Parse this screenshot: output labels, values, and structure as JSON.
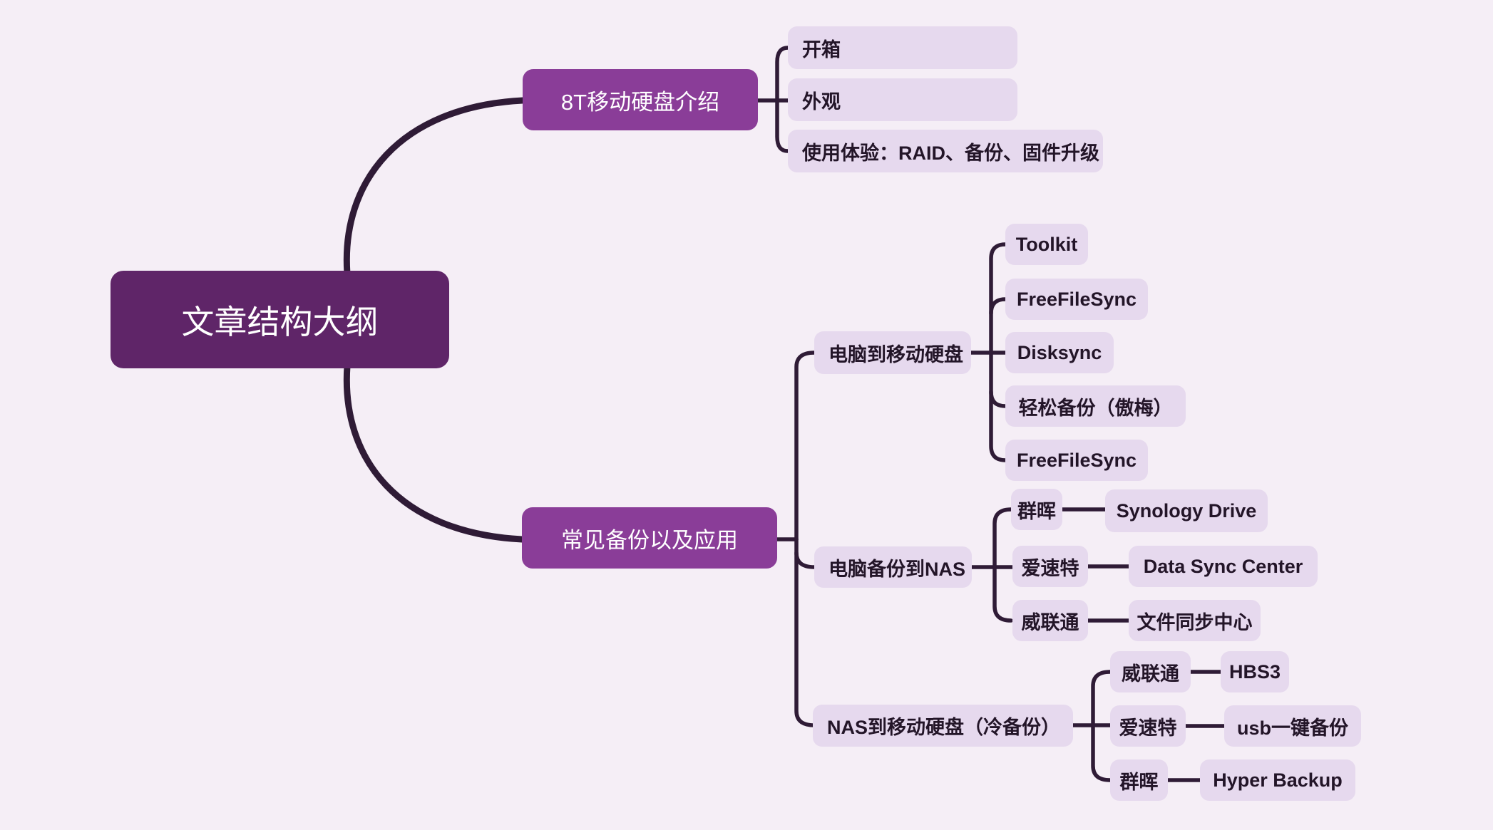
{
  "colors": {
    "bg": "#f5eef6",
    "root_fill": "#5f2568",
    "branch_fill": "#8a3d98",
    "node_fill": "#e6d9ee",
    "text_dark": "#231528",
    "text_light": "#ffffff",
    "line": "#2f1b36"
  },
  "mindmap": {
    "root": {
      "label": "文章结构大纲"
    },
    "branches": [
      {
        "label": "8T移动硬盘介绍",
        "children": [
          {
            "label": "开箱"
          },
          {
            "label": "外观"
          },
          {
            "label": "使用体验：RAID、备份、固件升级"
          }
        ]
      },
      {
        "label": "常见备份以及应用",
        "children": [
          {
            "label": "电脑到移动硬盘",
            "children": [
              {
                "label": "Toolkit"
              },
              {
                "label": "FreeFileSync"
              },
              {
                "label": "Disksync"
              },
              {
                "label": "轻松备份（傲梅）"
              },
              {
                "label": "FreeFileSync"
              }
            ]
          },
          {
            "label": "电脑备份到NAS",
            "children": [
              {
                "label": "群晖",
                "child": {
                  "label": "Synology Drive"
                }
              },
              {
                "label": "爱速特",
                "child": {
                  "label": "Data Sync Center"
                }
              },
              {
                "label": "威联通",
                "child": {
                  "label": "文件同步中心"
                }
              }
            ]
          },
          {
            "label": "NAS到移动硬盘（冷备份）",
            "children": [
              {
                "label": "威联通",
                "child": {
                  "label": "HBS3"
                }
              },
              {
                "label": "爱速特",
                "child": {
                  "label": "usb一键备份"
                }
              },
              {
                "label": "群晖",
                "child": {
                  "label": "Hyper Backup"
                }
              }
            ]
          }
        ]
      }
    ]
  }
}
